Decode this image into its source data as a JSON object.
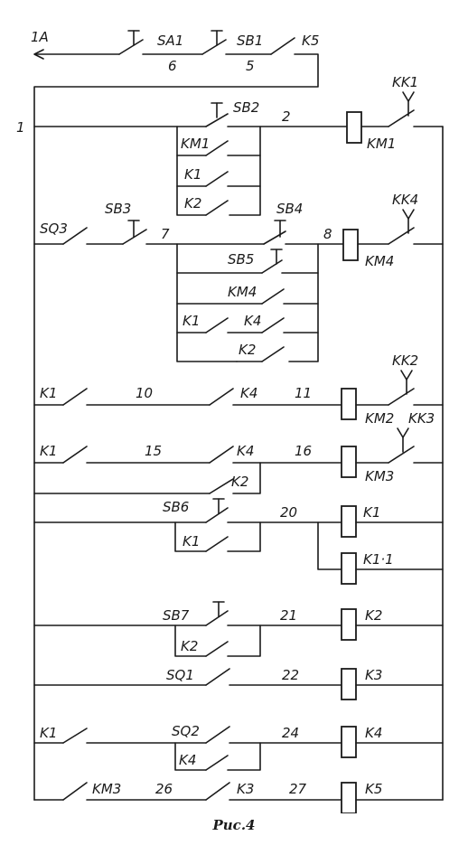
{
  "caption": "Рис.4",
  "labels": {
    "power": "1A",
    "sa1": "SA1",
    "sb1": "SB1",
    "k5_contact": "K5",
    "node6": "6",
    "node5": "5",
    "node1": "1",
    "sb2": "SB2",
    "node2": "2",
    "km1_contact": "KM1",
    "k1_r1": "K1",
    "k2_r1": "K2",
    "kk1": "KK1",
    "km1_coil": "KM1",
    "sq3": "SQ3",
    "sb3": "SB3",
    "node7": "7",
    "sb4": "SB4",
    "node8": "8",
    "sb5": "SB5",
    "km4_contact": "KM4",
    "k1_r2": "K1",
    "k4_r2": "K4",
    "k2_r2": "K2",
    "kk4": "KK4",
    "km4_coil": "KM4",
    "k1_r3": "K1",
    "node10": "10",
    "k4_r3": "K4",
    "node11": "11",
    "kk2": "KK2",
    "km2_coil": "KM2",
    "k1_r4": "K1",
    "node15": "15",
    "k4_r4": "K4",
    "node16": "16",
    "k2_r4": "K2",
    "kk3": "KK3",
    "km3_coil": "KM3",
    "sb6": "SB6",
    "k1_r5": "K1",
    "node20": "20",
    "k1_coil": "K1",
    "k11_coil": "K1·1",
    "sb7": "SB7",
    "k2_r6": "K2",
    "node21": "21",
    "k2_coil": "K2",
    "sq1": "SQ1",
    "node22": "22",
    "k3_coil": "K3",
    "k1_r8": "K1",
    "sq2": "SQ2",
    "k4_r8": "K4",
    "node24": "24",
    "k4_coil": "K4",
    "km3_contact": "KM3",
    "node26": "26",
    "k3_r9": "K3",
    "node27": "27",
    "k5_coil": "K5"
  }
}
